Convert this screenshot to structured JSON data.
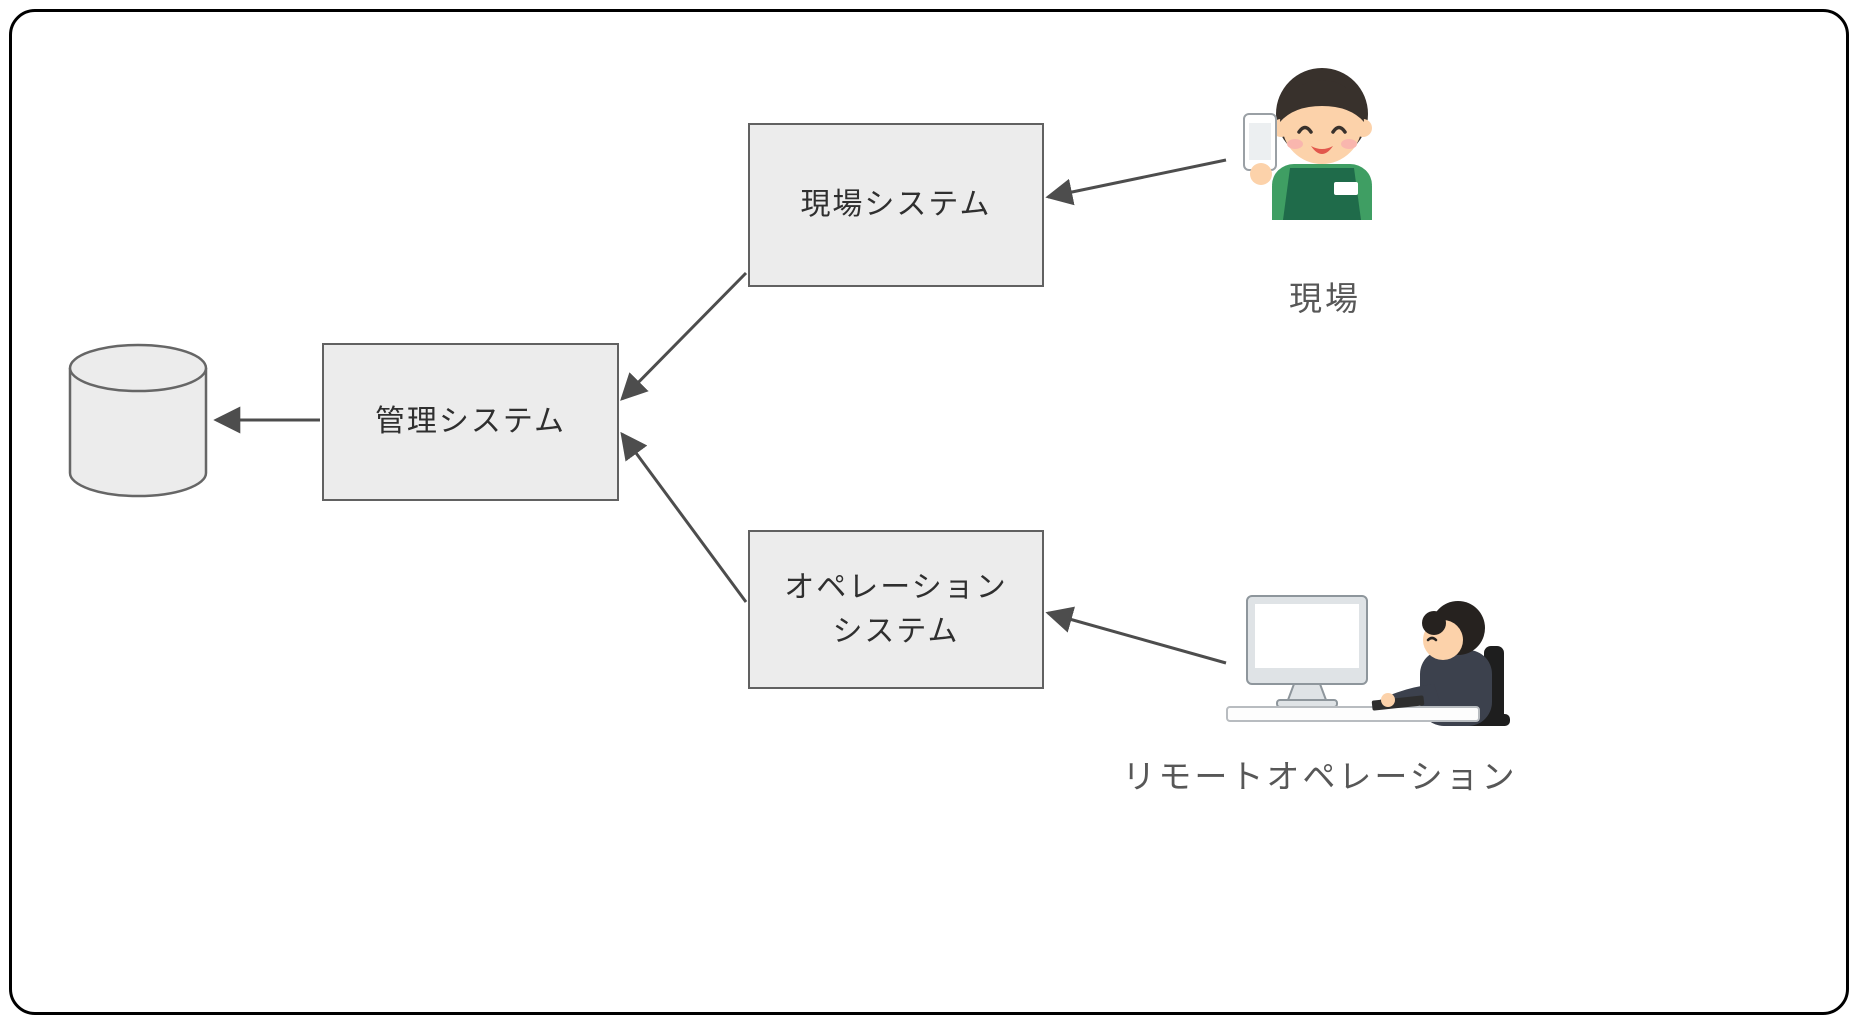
{
  "diagram": {
    "field_system": {
      "label": "現場システム"
    },
    "management_system": {
      "label": "管理システム"
    },
    "operation_system": {
      "label": "オペレーション\nシステム"
    },
    "field_caption": "現場",
    "remote_caption": "リモートオペレーション",
    "icons": {
      "database": "database-cylinder-icon",
      "field_worker": "field-worker-illustration",
      "remote_operator": "remote-operator-illustration"
    },
    "colors": {
      "box_fill": "#ececec",
      "box_border": "#616161",
      "arrow": "#4d4d4d",
      "caption_text": "#575757",
      "frame_border": "#000000",
      "worker_shirt_green": "#3f9e63",
      "worker_apron_green": "#1f6b4a"
    }
  }
}
